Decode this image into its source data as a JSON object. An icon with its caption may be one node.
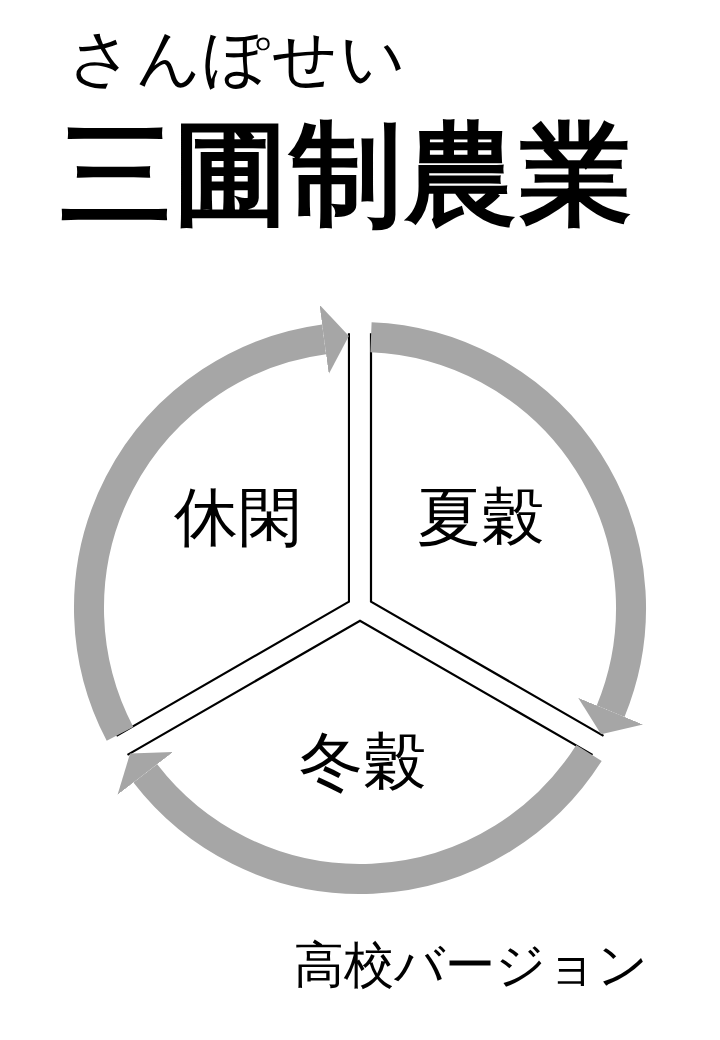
{
  "diagram": {
    "title": "三圃制農業",
    "nodes": [
      {
        "text": [
          "休閑"
        ]
      },
      {
        "text": [
          "夏穀"
        ]
      },
      {
        "text": [
          "冬穀"
        ]
      }
    ],
    "edges": [
      {
        "from": 0,
        "to": 1,
        "arrow": "to"
      },
      {
        "from": 1,
        "to": 2,
        "arrow": "to"
      },
      {
        "from": 2,
        "to": 0,
        "arrow": "to"
      }
    ],
    "labels": [
      "さんぽせい",
      "高校バージョン"
    ]
  }
}
